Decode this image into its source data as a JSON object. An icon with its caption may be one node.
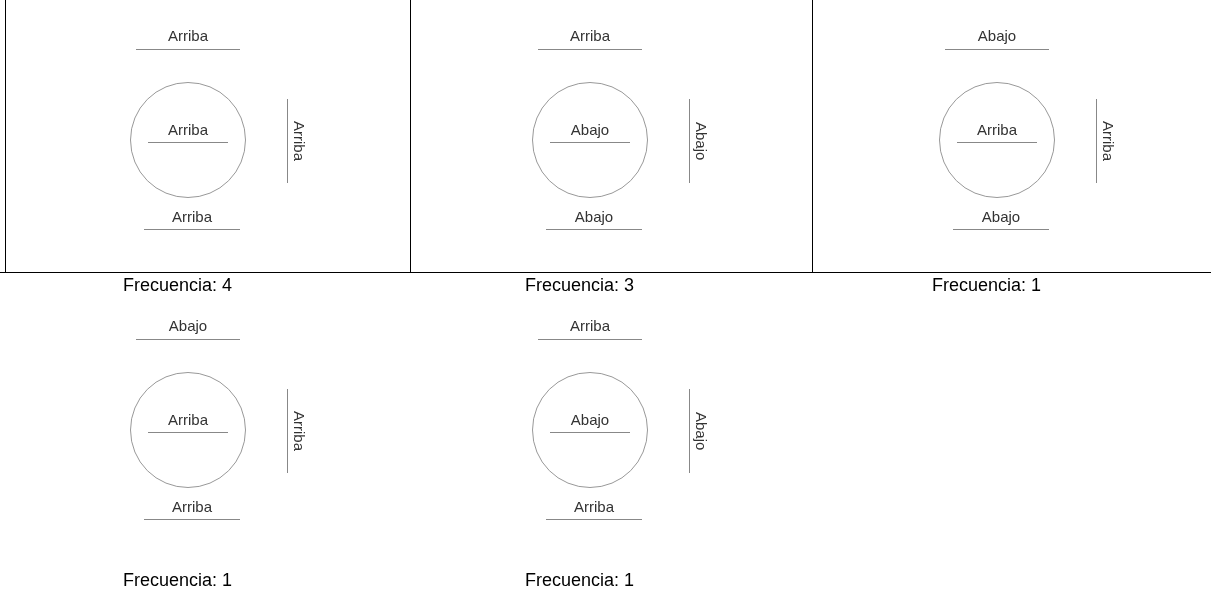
{
  "diagram": {
    "nodes": [
      {
        "text": [
          "Arriba"
        ],
        "beside": [
          "Arriba",
          "Arriba",
          "Arriba",
          "Frecuencia: 4"
        ]
      },
      {
        "text": [
          "Abajo"
        ],
        "beside": [
          "Arriba",
          "Abajo",
          "Abajo",
          "Frecuencia: 3"
        ]
      },
      {
        "text": [
          "Arriba"
        ],
        "beside": [
          "Abajo",
          "Arriba",
          "Abajo",
          "Frecuencia: 1"
        ]
      },
      {
        "text": [
          "Arriba"
        ],
        "beside": [
          "Abajo",
          "Arriba",
          "Arriba",
          "Frecuencia: 1"
        ]
      },
      {
        "text": [
          "Abajo"
        ],
        "beside": [
          "Arriba",
          "Abajo",
          "Arriba",
          "Frecuencia: 1"
        ]
      }
    ]
  }
}
